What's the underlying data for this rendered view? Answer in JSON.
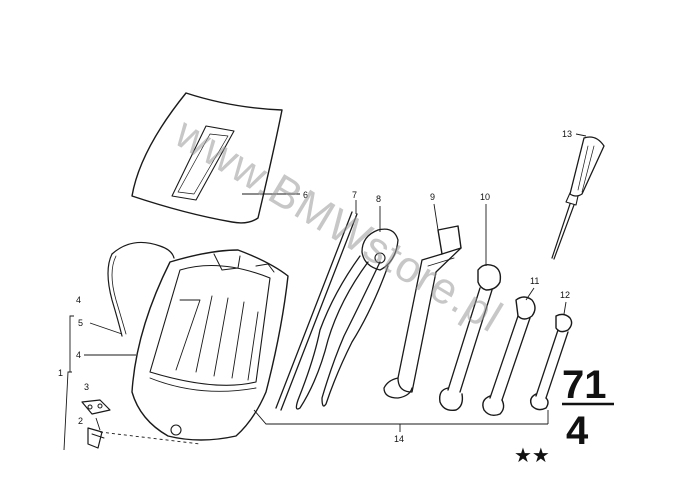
{
  "watermark": "www.BMWstore.pl",
  "group": {
    "main": "71",
    "sub": "4",
    "stars": "★★"
  },
  "callouts": [
    {
      "id": "c1",
      "text": "1"
    },
    {
      "id": "c2",
      "text": "2"
    },
    {
      "id": "c3",
      "text": "3"
    },
    {
      "id": "c4a",
      "text": "4"
    },
    {
      "id": "c4b",
      "text": "4"
    },
    {
      "id": "c5",
      "text": "5"
    },
    {
      "id": "c6",
      "text": "6"
    },
    {
      "id": "c7",
      "text": "7"
    },
    {
      "id": "c8",
      "text": "8"
    },
    {
      "id": "c9",
      "text": "9"
    },
    {
      "id": "c10",
      "text": "10"
    },
    {
      "id": "c11",
      "text": "11"
    },
    {
      "id": "c12",
      "text": "12"
    },
    {
      "id": "c13",
      "text": "13"
    },
    {
      "id": "c14",
      "text": "14"
    }
  ]
}
